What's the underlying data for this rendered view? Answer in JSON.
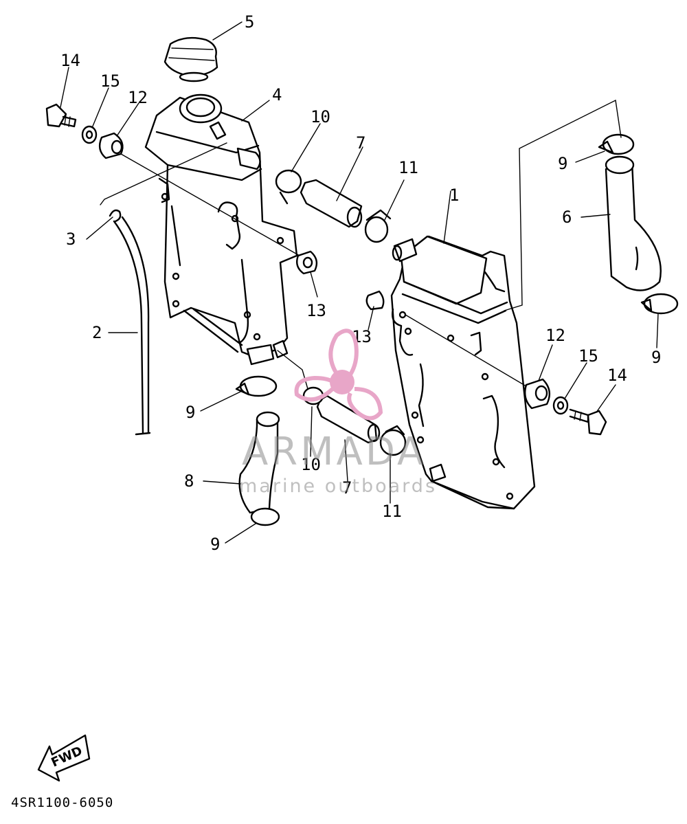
{
  "callouts": [
    "1",
    "2",
    "3",
    "4",
    "5",
    "6",
    "7",
    "7",
    "8",
    "9",
    "9",
    "9",
    "9",
    "10",
    "10",
    "11",
    "11",
    "12",
    "12",
    "13",
    "13",
    "14",
    "14",
    "15",
    "15"
  ],
  "diagram_code": "4SR1100-6050",
  "fwd_label": "FWD",
  "watermark": {
    "brand": "ARMADA",
    "tagline": "marine outboards",
    "brand_color": "#8c8c8c",
    "logo_color": "#e8a6c8"
  }
}
